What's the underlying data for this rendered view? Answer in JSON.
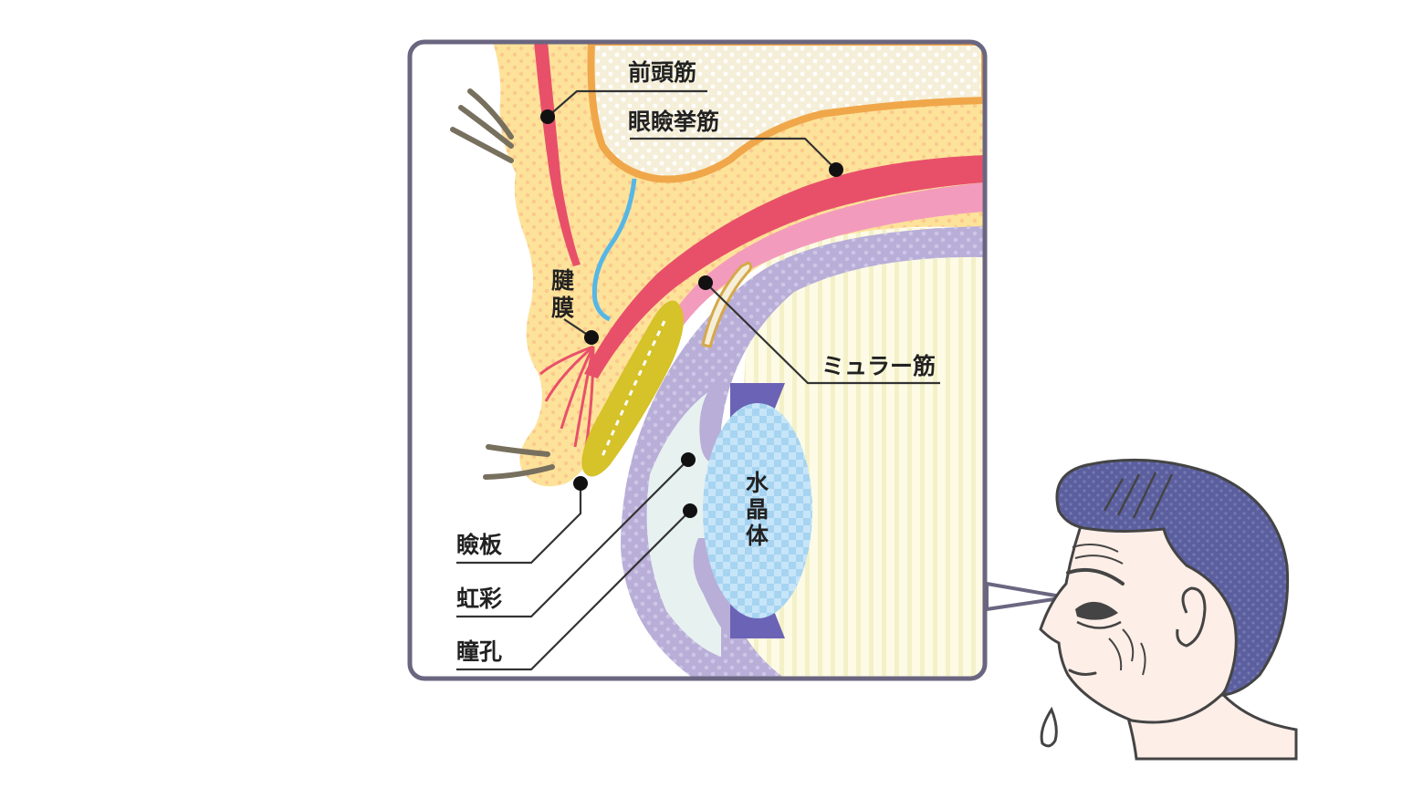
{
  "labels": {
    "frontalis": "前頭筋",
    "levator": "眼瞼挙筋",
    "aponeurosis_top": "腱",
    "aponeurosis_bottom": "膜",
    "muller": "ミュラー筋",
    "lens_1": "水",
    "lens_2": "晶",
    "lens_3": "体",
    "tarsus": "瞼板",
    "iris": "虹彩",
    "pupil": "瞳孔"
  },
  "colors": {
    "frame": "#6b6680",
    "skin": "#fde39a",
    "fat": "#f5efd9",
    "muscle_red": "#e8506a",
    "muller_pink": "#f39bbd",
    "eye_wall": "#b8aed8",
    "lens": "#a6d4f1",
    "vitreous": "#fdfbe0",
    "tarsus": "#d6c229",
    "nerve_blue": "#56b7e6",
    "hair": "#5b5f9e",
    "face": "#fdeee7"
  }
}
